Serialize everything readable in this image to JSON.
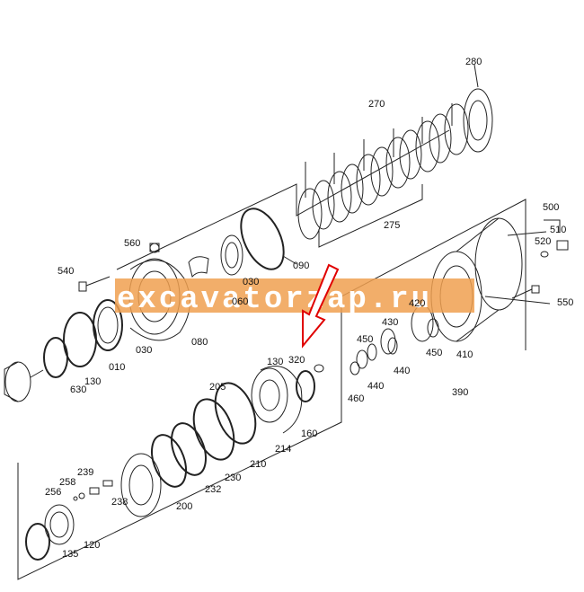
{
  "watermark": "excavatorzap.ru",
  "labels": {
    "p280": "280",
    "p270": "270",
    "p275": "275",
    "p090": "090",
    "p060": "060",
    "p560": "560",
    "p540": "540",
    "p030a": "030",
    "p030b": "030",
    "p080": "080",
    "p010": "010",
    "p130a": "130",
    "p630": "630",
    "p130b": "130",
    "p320": "320",
    "p205": "205",
    "p160": "160",
    "p214": "214",
    "p210": "210",
    "p230": "230",
    "p232": "232",
    "p200": "200",
    "p239": "239",
    "p258": "258",
    "p256": "256",
    "p238": "238",
    "p120": "120",
    "p135": "135",
    "p500": "500",
    "p510": "510",
    "p520": "520",
    "p550": "550",
    "p420": "420",
    "p430": "430",
    "p450a": "450",
    "p440a": "440",
    "p450b": "450",
    "p410": "410",
    "p440b": "440",
    "p460": "460",
    "p390": "390"
  },
  "colors": {
    "line": "#222222",
    "watermark_band": "#f0a050",
    "arrow": "#e00000"
  }
}
